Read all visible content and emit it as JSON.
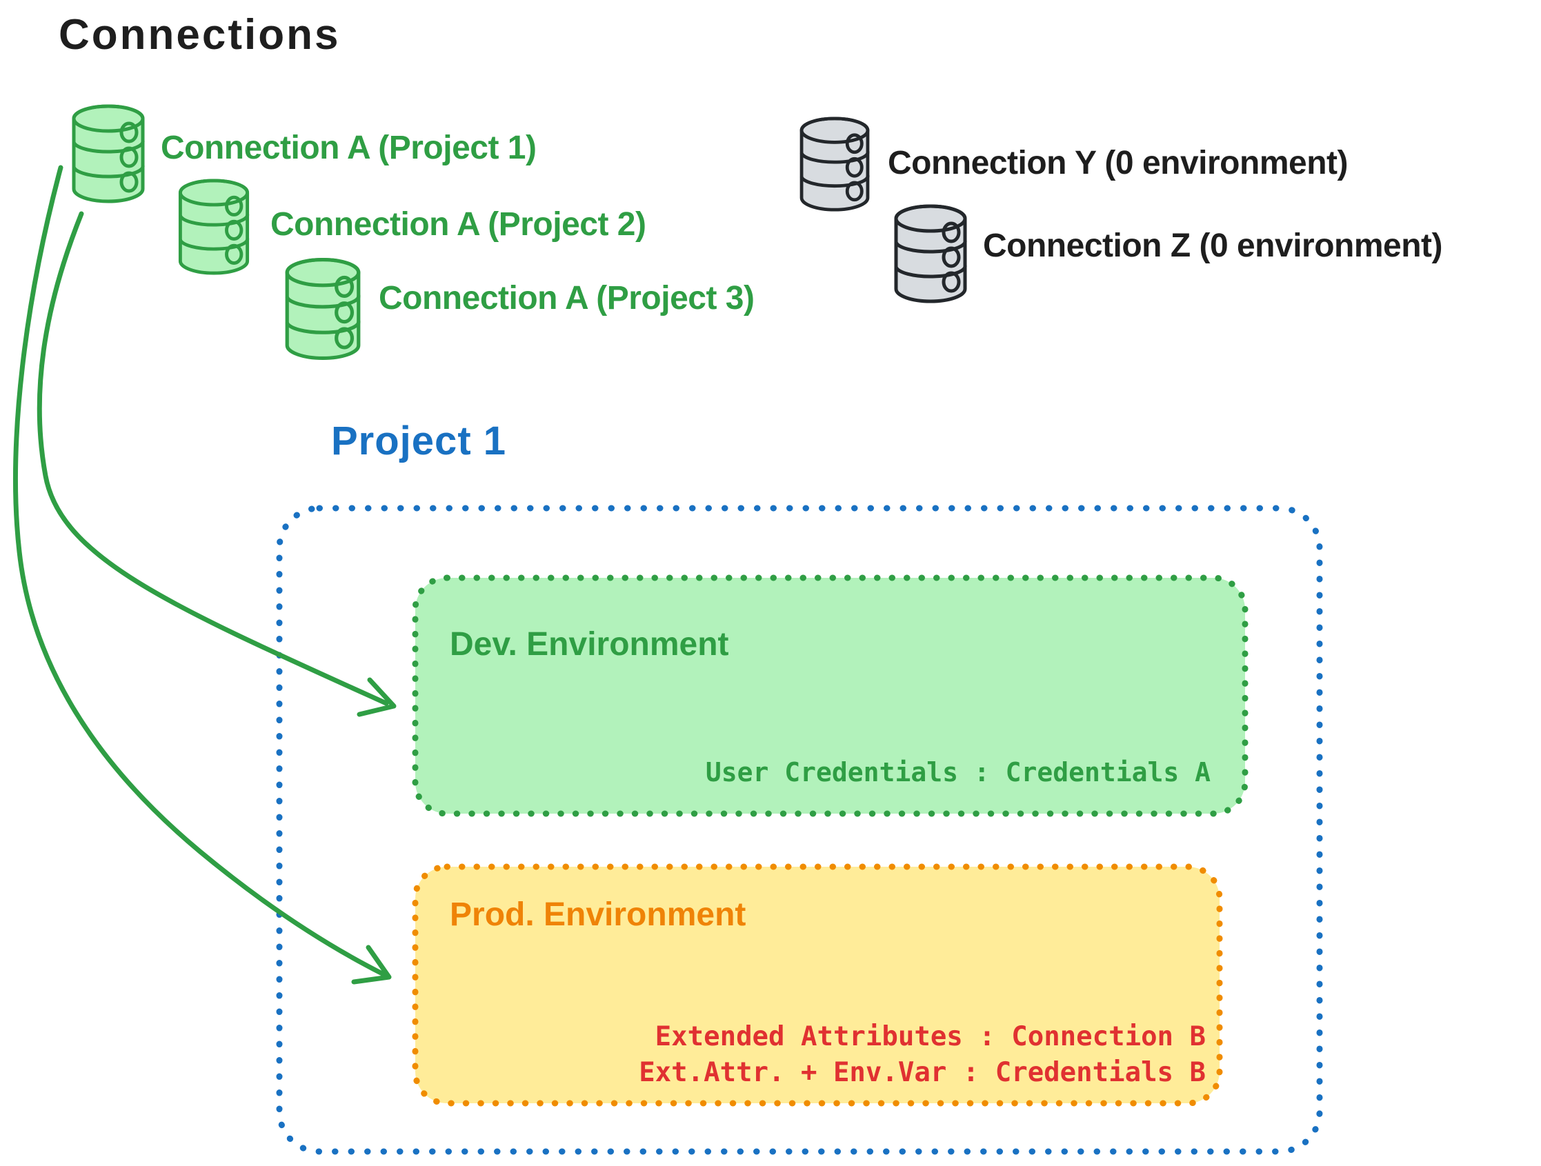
{
  "title": "Connections",
  "colors": {
    "green": "#2f9e44",
    "green_fill": "#b2f2bb",
    "blue": "#1971c2",
    "orange": "#f08c00",
    "yellow_fill": "#ffec99",
    "red": "#e03131",
    "black": "#1e1e1e",
    "gray_fill": "#d8dce0"
  },
  "green_connections": [
    {
      "label": "Connection A (Project 1)"
    },
    {
      "label": "Connection A (Project 2)"
    },
    {
      "label": "Connection A (Project 3)"
    }
  ],
  "gray_connections": [
    {
      "label": "Connection Y (0 environment)"
    },
    {
      "label": "Connection Z (0 environment)"
    }
  ],
  "project": {
    "title": "Project 1",
    "dev_environment": {
      "title": "Dev. Environment",
      "mapping": "User Credentials : Credentials A"
    },
    "prod_environment": {
      "title": "Prod. Environment",
      "mappings": [
        "Extended Attributes : Connection B",
        "Ext.Attr. + Env.Var : Credentials B"
      ]
    }
  }
}
